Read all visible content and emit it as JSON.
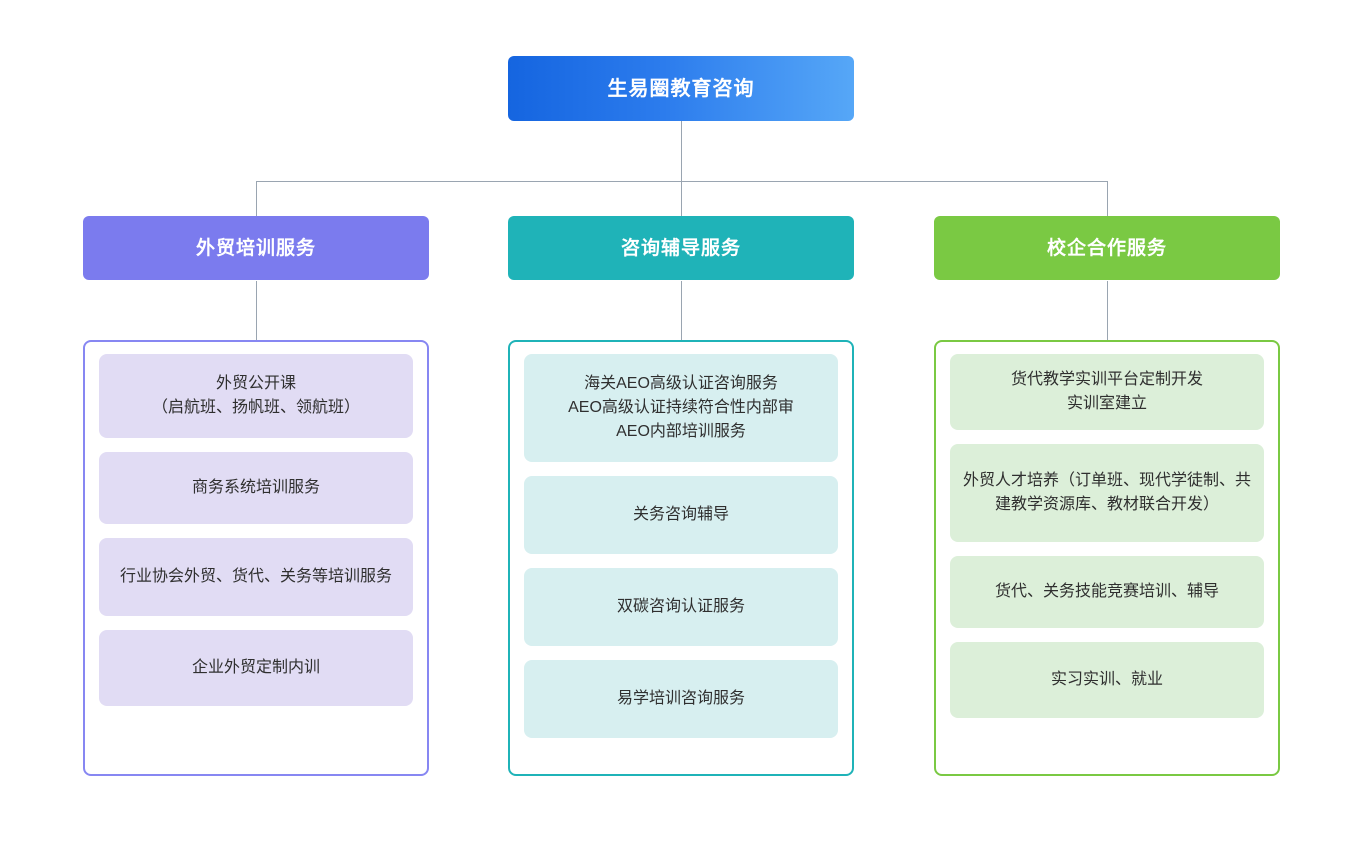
{
  "diagram": {
    "type": "organization-chart",
    "orientation": "top-down",
    "root": {
      "label": "生易圈教育咨询",
      "color_start": "#1565e0",
      "color_end": "#56a7f7",
      "text_color": "#ffffff"
    },
    "connector_color": "#9aa5b1",
    "branches": [
      {
        "label": "外贸培训服务",
        "header_color": "#7b7bee",
        "border_color": "#8787f2",
        "item_background": "#e1dcf4",
        "items": [
          "外贸公开课\n（启航班、扬帆班、领航班）",
          "商务系统培训服务",
          "行业协会外贸、货代、关务等培训服务",
          "企业外贸定制内训"
        ]
      },
      {
        "label": "咨询辅导服务",
        "header_color": "#1fb3b8",
        "border_color": "#1fb3b8",
        "item_background": "#d7eff0",
        "items": [
          "海关AEO高级认证咨询服务\nAEO高级认证持续符合性内部审\nAEO内部培训服务",
          "关务咨询辅导",
          "双碳咨询认证服务",
          "易学培训咨询服务"
        ]
      },
      {
        "label": "校企合作服务",
        "header_color": "#7ac943",
        "border_color": "#7ac943",
        "item_background": "#dcefd9",
        "items": [
          "货代教学实训平台定制开发\n实训室建立",
          "外贸人才培养（订单班、现代学徒制、共建教学资源库、教材联合开发）",
          "货代、关务技能竞赛培训、辅导",
          "实习实训、就业"
        ]
      }
    ]
  }
}
